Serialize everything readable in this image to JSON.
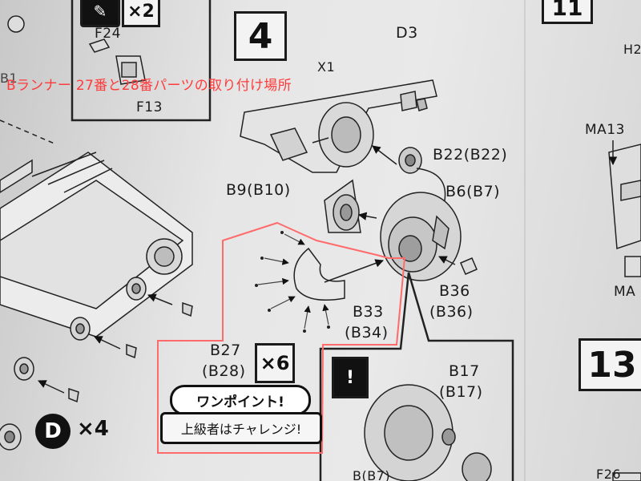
{
  "annotation": "Bランナー 27番と28番パーツの取り付け場所",
  "step": {
    "number": "4",
    "next_step_number": "13",
    "prev_step_partial": "11"
  },
  "parts": {
    "d3": "D3",
    "f24": "F24",
    "f13": "F13",
    "x1": "X1",
    "b22": "B22(B22)",
    "b6": "B6(B7)",
    "b9": "B9(B10)",
    "b36_top": "B36",
    "b36_bottom": "(B36)",
    "b33_top": "B33",
    "b33_bottom": "(B34)",
    "b27_top": "B27",
    "b27_bottom": "(B28)",
    "b17_top": "B17",
    "b17_bottom": "(B17)",
    "b1": "B1",
    "h2": "H2",
    "ma13": "MA13",
    "ma": "MA",
    "f26": "F26",
    "b_bottom": "B(B7)",
    "six": "6"
  },
  "quantities": {
    "x2": "×2",
    "x6": "×6",
    "x4": "×4"
  },
  "runner_badge": "D",
  "onepoint": {
    "title": "ワンポイント!",
    "text": "上級者はチャレンジ!"
  },
  "colors": {
    "annotation": "#ff3b3b",
    "highlight_outline": "#ff6b6b",
    "ink": "#1b1b1b"
  }
}
